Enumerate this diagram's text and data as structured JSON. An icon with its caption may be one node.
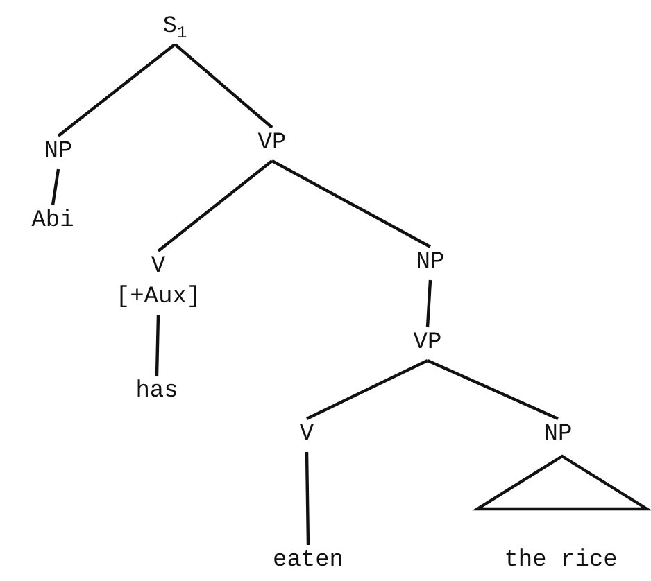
{
  "diagram": {
    "nodes": [
      {
        "text": [
          "S$_{1}$"
        ]
      },
      {
        "text": [
          "NP"
        ]
      },
      {
        "text": [
          "VP"
        ]
      },
      {
        "text": [
          "Abi"
        ]
      },
      {
        "text": [
          "V",
          "[+Aux]"
        ]
      },
      {
        "text": [
          "has"
        ]
      },
      {
        "text": [
          "NP"
        ]
      },
      {
        "text": [
          "VP"
        ]
      },
      {
        "text": [
          "V"
        ]
      },
      {
        "text": [
          "NP"
        ]
      },
      {
        "text": [
          "eaten"
        ]
      },
      {
        "text": [],
        "shape": "triangle"
      },
      {
        "text": [
          "the rice"
        ]
      }
    ],
    "edges": [
      {
        "from": 0,
        "to": 1,
        "arrow": "none"
      },
      {
        "from": 0,
        "to": 2,
        "arrow": "none"
      },
      {
        "from": 1,
        "to": 3,
        "arrow": "none"
      },
      {
        "from": 2,
        "to": 4,
        "arrow": "none"
      },
      {
        "from": 2,
        "to": 6,
        "arrow": "none"
      },
      {
        "from": 4,
        "to": 5,
        "arrow": "none"
      },
      {
        "from": 6,
        "to": 7,
        "arrow": "none"
      },
      {
        "from": 7,
        "to": 8,
        "arrow": "none"
      },
      {
        "from": 7,
        "to": 9,
        "arrow": "none"
      },
      {
        "from": 8,
        "to": 10,
        "arrow": "none"
      }
    ]
  }
}
